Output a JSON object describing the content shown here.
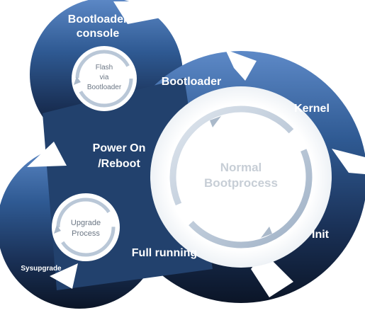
{
  "labels": {
    "bootloader_console_line1": "Bootloader",
    "bootloader_console_line2": "console",
    "bootloader": "Bootloader",
    "kernel": "Kernel",
    "power_on_line1": "Power On",
    "power_on_line2": "/Reboot",
    "normal_line1": "Normal",
    "normal_line2": "Bootprocess",
    "init": "Init",
    "full_running": "Full running",
    "sysupgrade": "Sysupgrade",
    "flash_line1": "Flash",
    "flash_line2": "via",
    "flash_line3": "Bootloader",
    "upgrade_line1": "Upgrade",
    "upgrade_line2": "Process"
  },
  "colors": {
    "top_light": "#5b86c4",
    "mid_blue": "#2f5a92",
    "dark_navy": "#0f1c33",
    "ring": "#b8c6d6"
  }
}
